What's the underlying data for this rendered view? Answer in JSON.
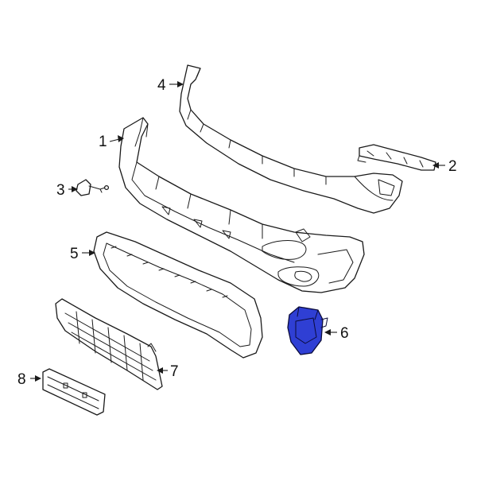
{
  "diagram": {
    "highlight_color": "#2f3fd4",
    "line_color": "#1a1a1a",
    "callouts": [
      {
        "id": "1",
        "label": "1"
      },
      {
        "id": "2",
        "label": "2"
      },
      {
        "id": "3",
        "label": "3"
      },
      {
        "id": "4",
        "label": "4"
      },
      {
        "id": "5",
        "label": "5"
      },
      {
        "id": "6",
        "label": "6",
        "highlighted": true
      },
      {
        "id": "7",
        "label": "7"
      },
      {
        "id": "8",
        "label": "8"
      }
    ]
  }
}
